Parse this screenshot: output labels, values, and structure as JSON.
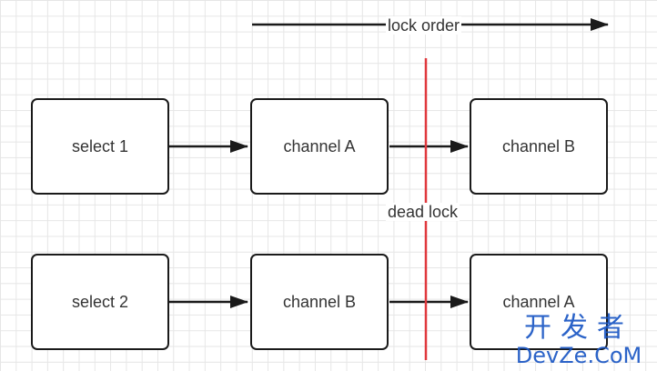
{
  "diagram": {
    "lock_order_label": "lock order",
    "dead_lock_label": "dead lock",
    "rows": [
      {
        "nodes": [
          "select 1",
          "channel A",
          "channel B"
        ]
      },
      {
        "nodes": [
          "select 2",
          "channel B",
          "channel A"
        ]
      }
    ],
    "colors": {
      "divider": "#e0393e",
      "stroke": "#1a1a1a",
      "grid": "#e6e6e6",
      "watermark": "#1a56c4"
    }
  },
  "watermark": {
    "line1": "开发者",
    "line2": "DevZe.CoM"
  }
}
